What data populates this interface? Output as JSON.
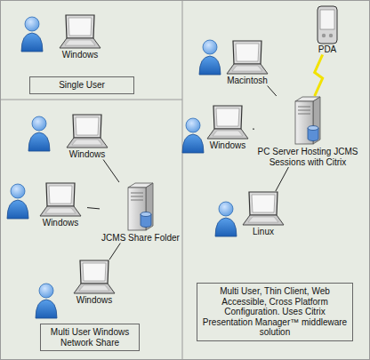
{
  "diagram": {
    "nodes": [
      {
        "text": [
          "Windows"
        ]
      },
      {
        "text": [
          "Single User"
        ]
      },
      {
        "text": [
          "Windows"
        ]
      },
      {
        "text": [
          "Windows"
        ]
      },
      {
        "text": [
          "JCMS Share Folder"
        ]
      },
      {
        "text": [
          "Windows"
        ]
      },
      {
        "text": [
          "Multi User Windows Network Share"
        ]
      },
      {
        "text": [
          "PDA"
        ]
      },
      {
        "text": [
          "Macintosh"
        ]
      },
      {
        "text": [
          "Windows"
        ]
      },
      {
        "text": [
          "PC Server Hosting JCMS Sessions with Citrix"
        ]
      },
      {
        "text": [
          "Linux"
        ]
      },
      {
        "text": [
          "Multi User, Thin Client, Web Accessible, Cross Platform Configuration. Uses Citrix Presentation Manager™ middleware solution"
        ]
      }
    ],
    "edges": [
      {
        "from": 2,
        "to": 4,
        "arrow": "none"
      },
      {
        "from": 3,
        "to": 4,
        "arrow": "none"
      },
      {
        "from": 5,
        "to": 4,
        "arrow": "none"
      },
      {
        "from": 8,
        "to": 10,
        "arrow": "none"
      },
      {
        "from": 9,
        "to": 10,
        "arrow": "none"
      },
      {
        "from": 11,
        "to": 10,
        "arrow": "none"
      },
      {
        "from": 7,
        "to": 10,
        "arrow": "none"
      }
    ]
  }
}
